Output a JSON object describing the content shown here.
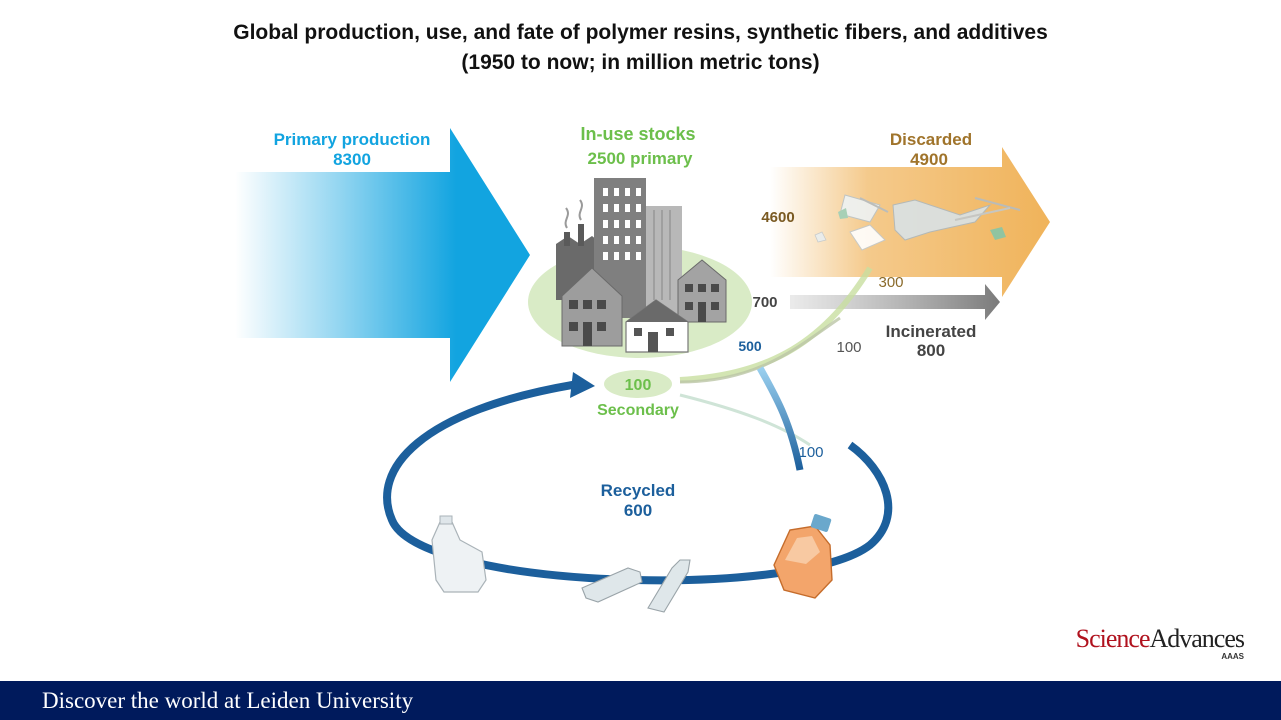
{
  "title": {
    "line1": "Global production, use, and fate of polymer resins, synthetic fibers, and additives",
    "line2": "(1950 to now; in million metric tons)"
  },
  "flows": {
    "primary_production": {
      "label": "Primary production",
      "value": "8300",
      "color": "#12a4e0"
    },
    "in_use_stocks": {
      "label": "In-use stocks",
      "value": "2500 primary",
      "color": "#6cbf4b"
    },
    "secondary": {
      "value": "100",
      "label": "Secondary",
      "color": "#6cbf4b"
    },
    "discarded": {
      "label": "Discarded",
      "value": "4900",
      "inflow_primary": "4600",
      "inflow_secondary": "300",
      "color": "#a0742b"
    },
    "incinerated": {
      "label": "Incinerated",
      "value": "800",
      "inflow_primary": "700",
      "inflow_secondary": "100",
      "color": "#444444"
    },
    "recycled": {
      "label": "Recycled",
      "value": "600",
      "inflow_primary": "500",
      "inflow_secondary": "100",
      "color": "#1c5f9c"
    }
  },
  "logo": {
    "brand_part1": "Science",
    "brand_part2": "Advances",
    "publisher": "AAAS"
  },
  "footer": {
    "text": "Discover the world at Leiden University",
    "color": "#001a5c"
  }
}
